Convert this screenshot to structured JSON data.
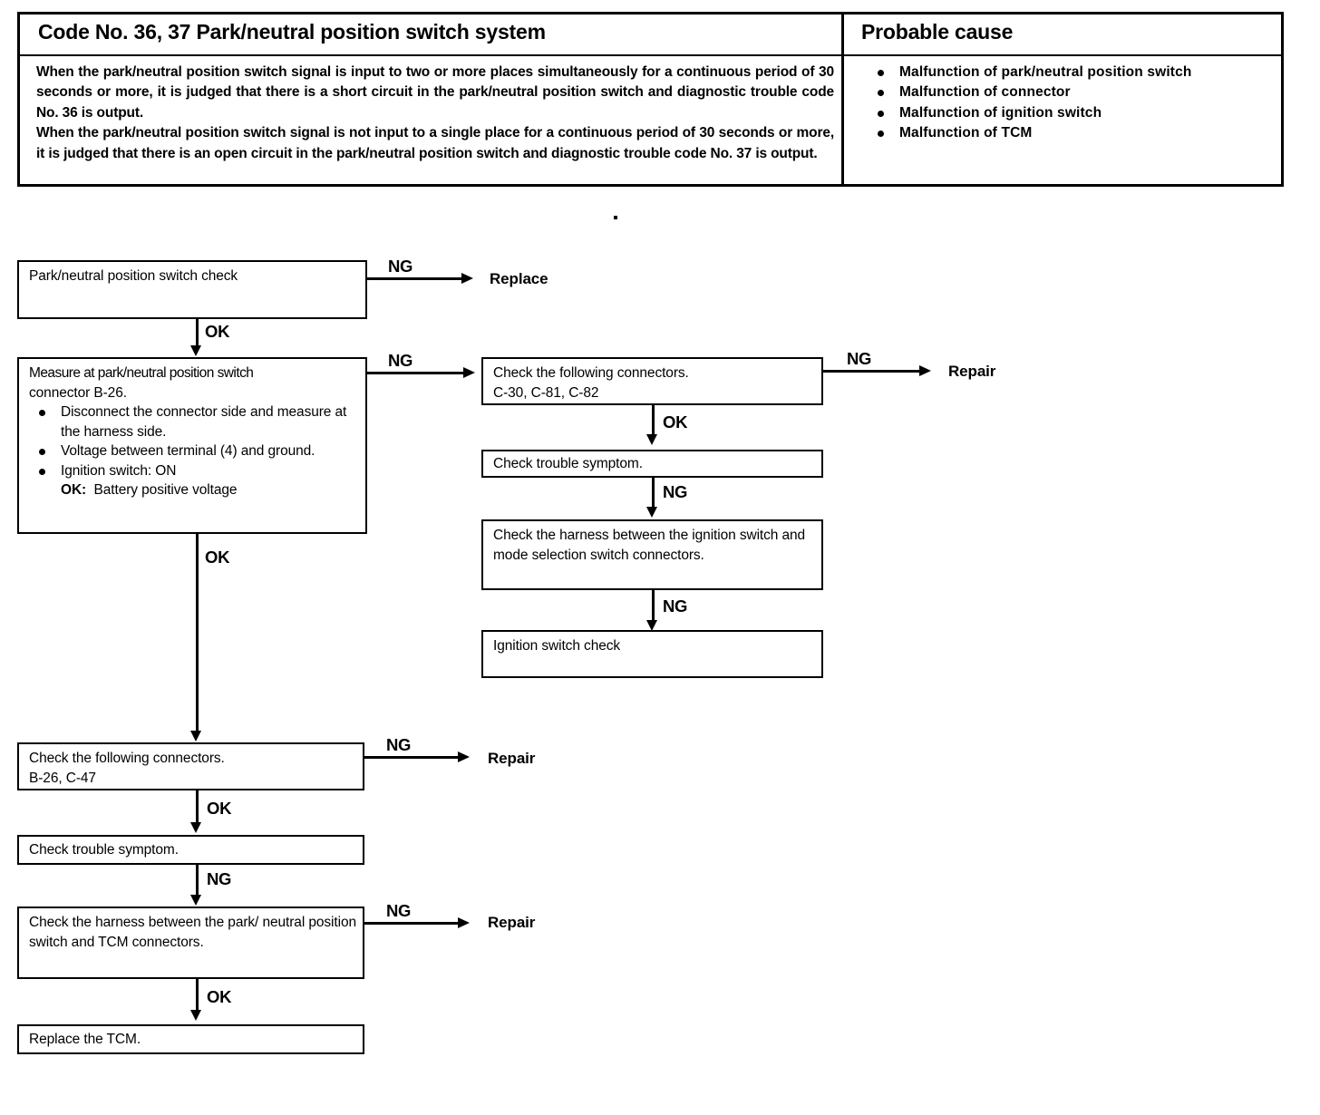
{
  "header": {
    "title": "Code No. 36, 37 Park/neutral position switch system",
    "cause_title": "Probable cause",
    "description": [
      "When the park/neutral position switch signal is input to two or more places simultaneously for a continuous period of 30 seconds or more, it is judged that there is a short circuit in the park/neutral position switch and diagnostic trouble code No. 36 is output.",
      "When the park/neutral position switch signal is not input to a single place for a continuous period of 30 seconds or more, it is judged that there is an open circuit in the park/neutral position switch and diagnostic trouble code No. 37 is output."
    ],
    "causes": [
      "Malfunction of park/neutral position switch",
      "Malfunction of connector",
      "Malfunction of ignition switch",
      "Malfunction of TCM"
    ]
  },
  "flow": {
    "labels": {
      "ok": "OK",
      "ng": "NG"
    },
    "nodes": {
      "switch_check": {
        "text": "Park/neutral position switch check"
      },
      "replace": {
        "text": "Replace"
      },
      "measure": {
        "head_line1": "Measure at park/neutral position switch",
        "head_line2": "connector B-26.",
        "bullets": [
          "Disconnect the connector side and measure at the harness side.",
          "Voltage between terminal (4) and ground.",
          "Ignition switch: ON"
        ],
        "sub_label": "OK:",
        "sub_value": "Battery positive voltage"
      },
      "connectors_right": {
        "head": "Check the following connectors.",
        "list": "C-30, C-81, C-82"
      },
      "repair_right": {
        "text": "Repair"
      },
      "trouble_symptom_right": {
        "text": "Check trouble symptom."
      },
      "harness_ignition": {
        "text": "Check the harness between the ignition switch and mode selection switch connectors."
      },
      "ignition_switch_check": {
        "text": "Ignition switch check"
      },
      "connectors_left": {
        "head": "Check the following connectors.",
        "list": "B-26, C-47"
      },
      "repair_mid": {
        "text": "Repair"
      },
      "trouble_symptom_left": {
        "text": "Check trouble symptom."
      },
      "harness_tcm": {
        "text": "Check the harness between the park/ neutral position switch and TCM connectors."
      },
      "repair_bottom": {
        "text": "Repair"
      },
      "replace_tcm": {
        "text": "Replace the TCM."
      }
    }
  }
}
